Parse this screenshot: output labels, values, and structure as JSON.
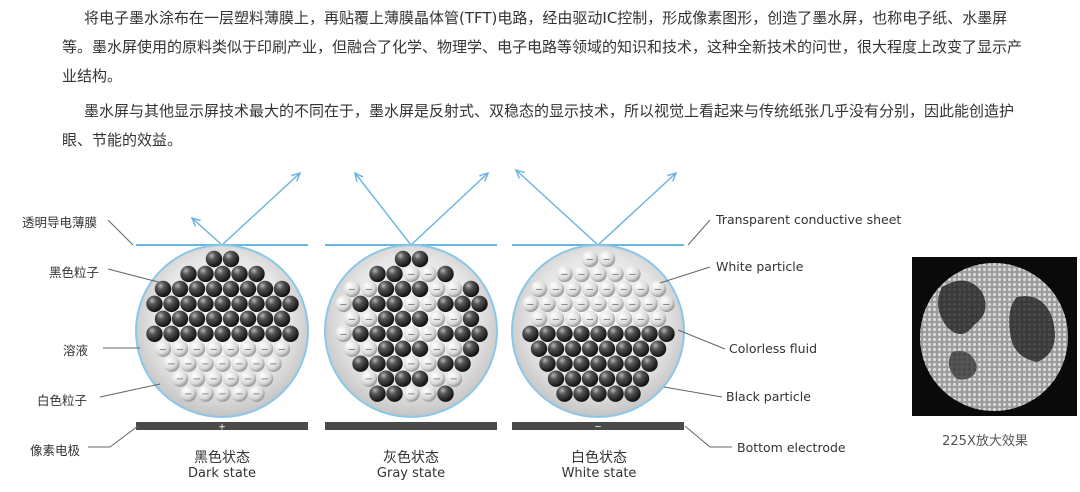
{
  "paragraphs": [
    "将电子墨水涂布在一层塑料薄膜上，再贴覆上薄膜晶体管(TFT)电路，经由驱动IC控制，形成像素图形，创造了墨水屏，也称电子纸、水墨屏等。墨水屏使用的原料类似于印刷产业，但融合了化学、物理学、电子电路等领域的知识和技术，这种全新技术的问世，很大程度上改变了显示产业结构。",
    "墨水屏与其他显示屏技术最大的不同在于，墨水屏是反射式、双稳态的显示技术，所以视觉上看起来与传统纸张几乎没有分别，因此能创造护眼、节能的效益。"
  ],
  "labels_left": [
    "透明导电薄膜",
    "黑色粒子",
    "溶液",
    "白色粒子",
    "像素电极"
  ],
  "labels_right": [
    "Transparent conductive sheet",
    "White particle",
    "Colorless fluid",
    "Black particle",
    "Bottom electrode"
  ],
  "states": [
    {
      "zh": "黑色状态",
      "en": "Dark state",
      "sign": "+"
    },
    {
      "zh": "灰色状态",
      "en": "Gray state",
      "sign": ""
    },
    {
      "zh": "白色状态",
      "en": "White state",
      "sign": "−"
    }
  ],
  "particle_minus_sign": "−",
  "micrograph_caption": "225X放大效果",
  "colors": {
    "line_blue": "#6db6e0",
    "electrode": "#4a4a4a",
    "leader": "#666666"
  }
}
